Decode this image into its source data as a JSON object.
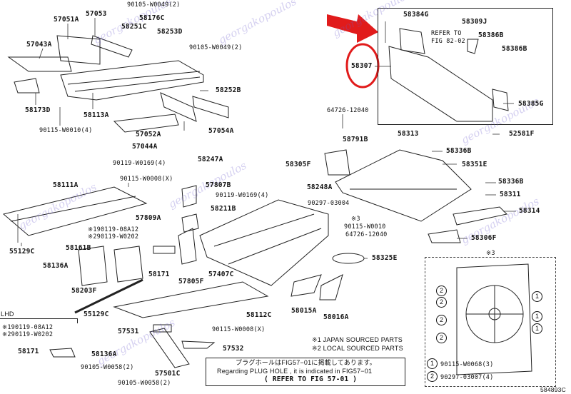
{
  "diagram_id": "584893C",
  "highlight": {
    "part": "58307",
    "color": "#e11b1b"
  },
  "labels": {
    "l1": "90105-W0049(2)",
    "l2": "57051A",
    "l3": "57053",
    "l4": "58176C",
    "l5": "58251C",
    "l6": "58253D",
    "l7": "57043A",
    "l8": "90105-W0049(2)",
    "l9": "58252B",
    "l10": "58173D",
    "l11": "58113A",
    "l12": "90115-W0010(4)",
    "l13": "57052A",
    "l14": "57054A",
    "l15": "57044A",
    "l16": "58384G",
    "l17": "58309J",
    "l18": "REFER TO",
    "l19": "FIG 82-02",
    "l20": "58386B",
    "l21": "58386B",
    "l22": "58307",
    "l23": "58385G",
    "l24": "64726-12040",
    "l25": "52581F",
    "l26": "58791B",
    "l27": "58313",
    "l28": "58336B",
    "l29": "58305F",
    "l30": "58351E",
    "l31": "58247A",
    "l32": "90119-W0169(4)",
    "l33": "90115-W0008(X)",
    "l34": "57807B",
    "l35": "90119-W0169(4)",
    "l36": "58211B",
    "l37": "58111A",
    "l38": "58248A",
    "l39": "58336B",
    "l40": "58311",
    "l41": "90297-03004",
    "l42": "58314",
    "l43": "57809A",
    "l44": "※3",
    "l45": "90115-W0010",
    "l46": "64726-12040",
    "l47": "58306F",
    "l48": "※190119-08A12",
    "l49": "※290119-W0202",
    "l50": "55129C",
    "l51": "58161B",
    "l52": "58136A",
    "l53": "58171",
    "l54": "57805F",
    "l55": "57407C",
    "l56": "58325E",
    "l57": "※3",
    "l58": "58203F",
    "l59": "58015A",
    "l60": "58016A",
    "l61": "58112C",
    "l62": "55129C",
    "l63": "LHD",
    "l64": "※190119-08A12",
    "l65": "※290119-W0202",
    "l66": "57531",
    "l67": "90115-W0008(X)",
    "l68": "58171",
    "l69": "58136A",
    "l70": "57532",
    "l71": "90105-W0058(2)",
    "l72": "57501C",
    "l73": "90105-W0058(2)"
  },
  "notes": {
    "japan": "※1 JAPAN SOURCED PARTS",
    "local": "※2 LOCAL SOURCED PARTS",
    "plug_jp": "プラグホールはFIG57−01に掲載してあります。",
    "plug_en": "Regarding PLUG HOLE , it is indicated in FIG57−01",
    "plug_ref": "( REFER TO FIG 57-01 )"
  },
  "inset": {
    "mark1": "1",
    "mark2": "2",
    "legend1_mark": "1",
    "legend1": "90115-W0068(3)",
    "legend2_mark": "2",
    "legend2": "90297-03007(4)"
  },
  "watermark": "georgakopoulos"
}
